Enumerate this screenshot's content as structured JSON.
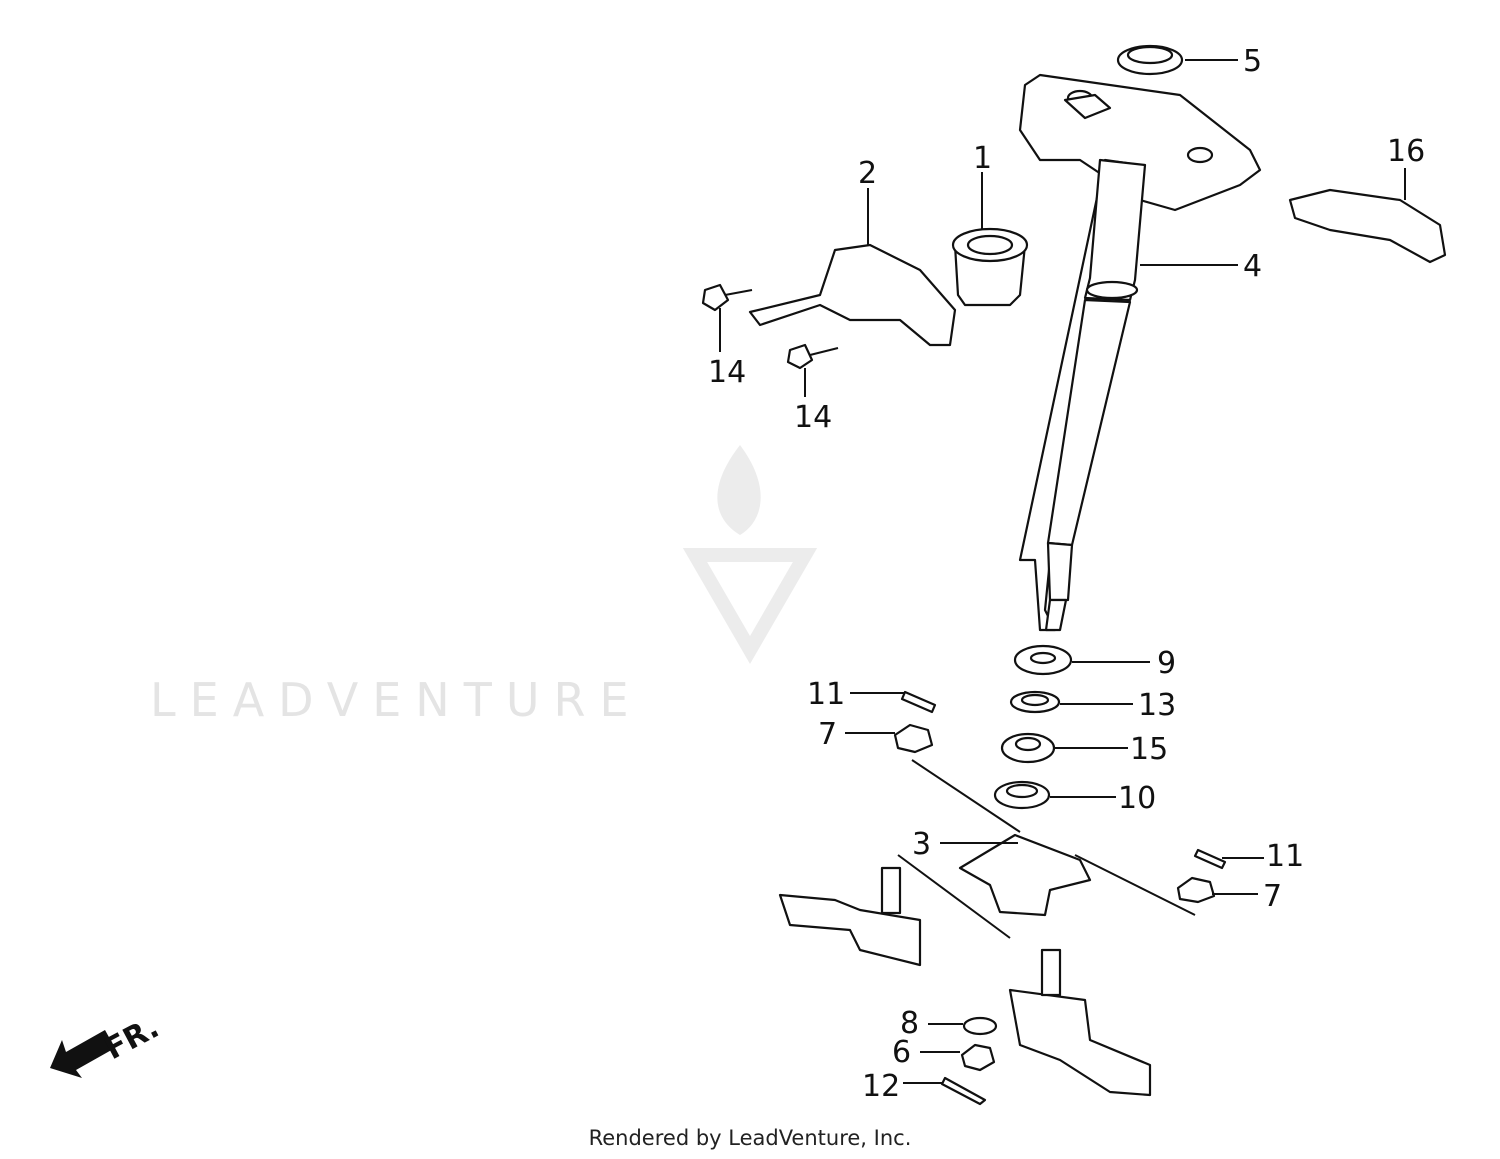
{
  "watermark": {
    "text": "LEADVENTURE"
  },
  "direction": {
    "label": "FR."
  },
  "callouts": [
    "5",
    "16",
    "1",
    "2",
    "4",
    "14",
    "14",
    "9",
    "11",
    "13",
    "7",
    "15",
    "10",
    "3",
    "11",
    "7",
    "8",
    "6",
    "12"
  ],
  "footer": {
    "text": "Rendered by LeadVenture, Inc."
  }
}
